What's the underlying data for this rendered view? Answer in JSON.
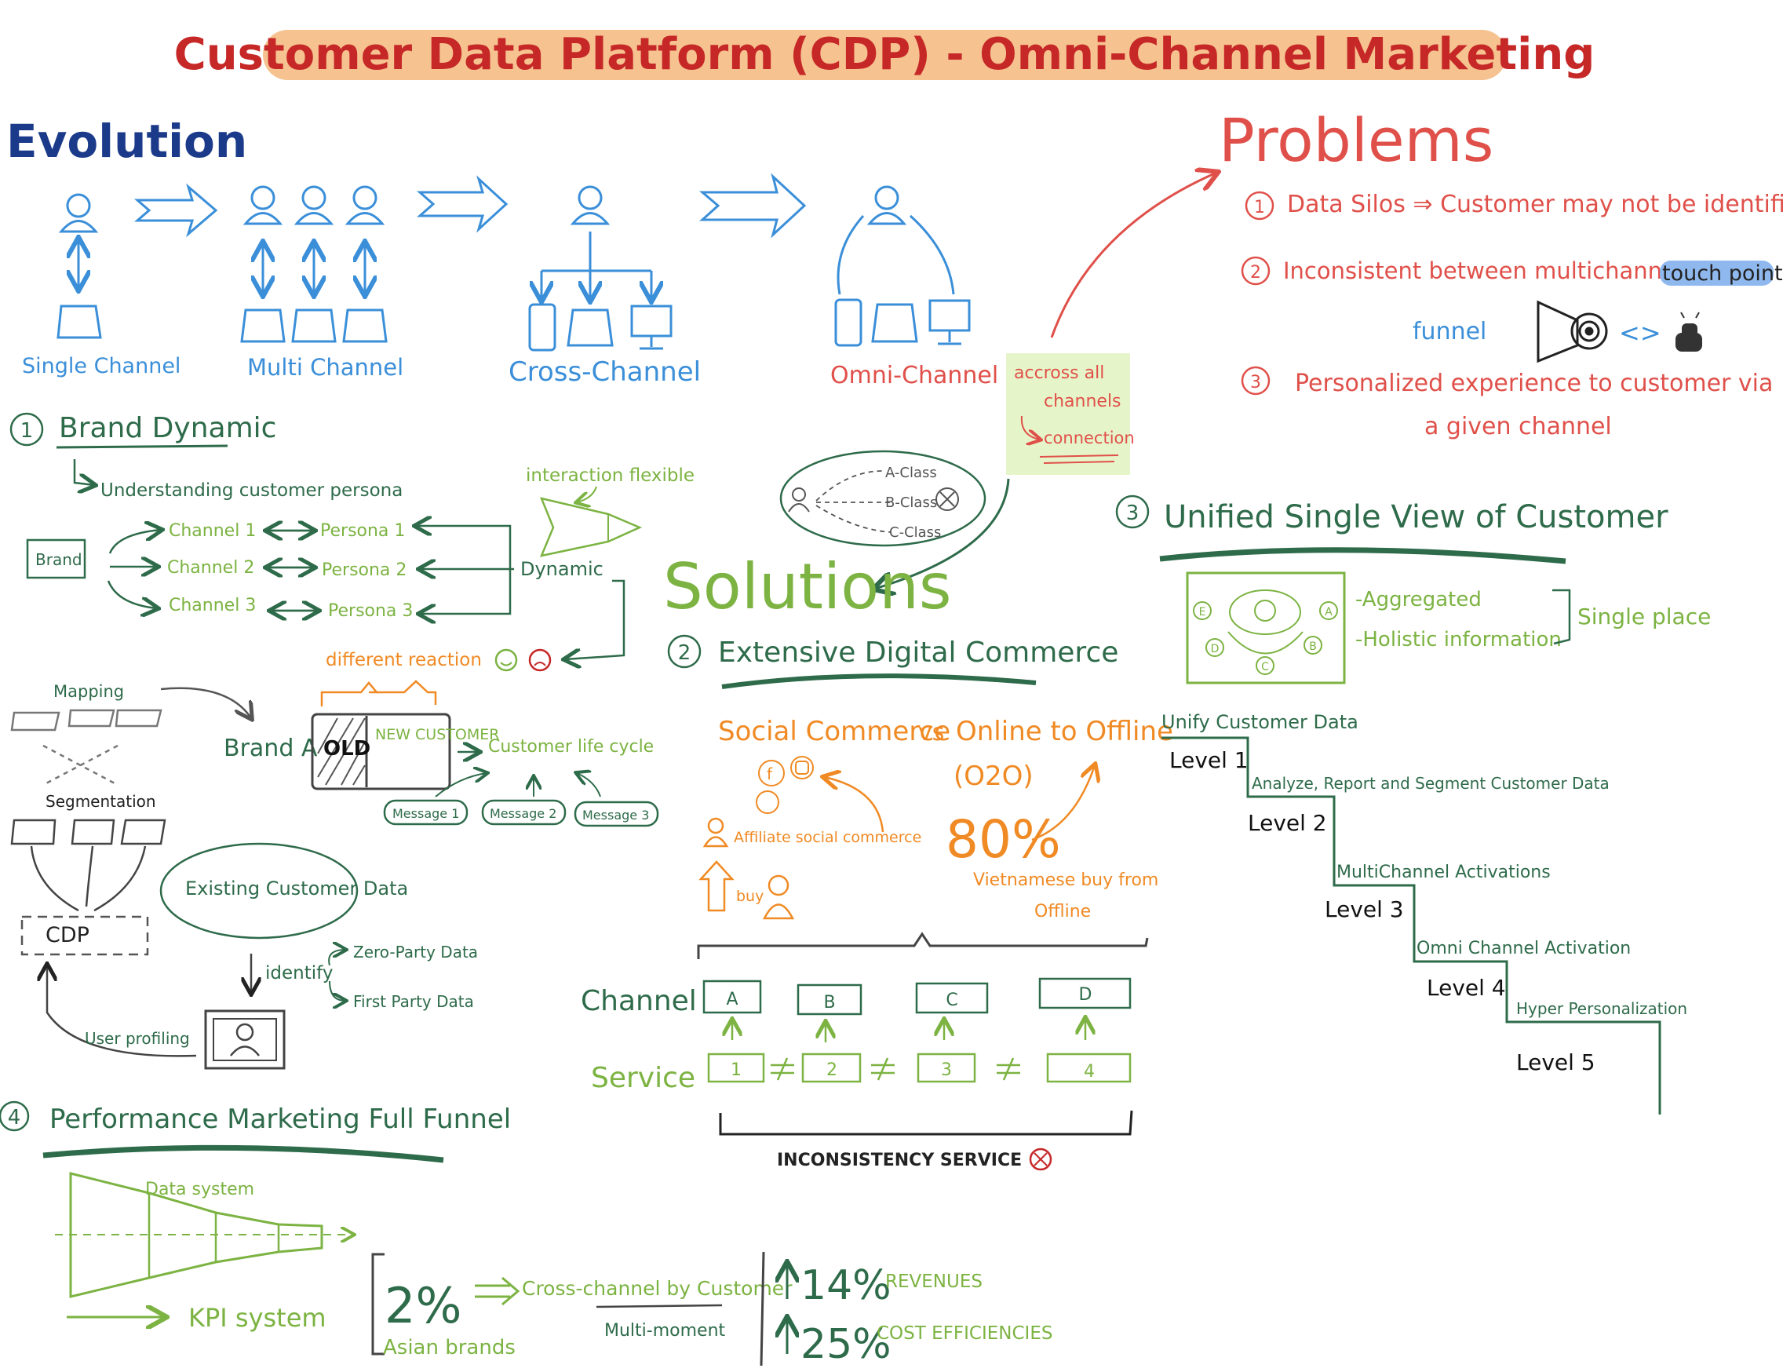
{
  "colors": {
    "title_red": "#c62828",
    "title_bg": "#f6c28f",
    "navy": "#1b3a8a",
    "blue": "#3b8fd9",
    "red": "#e0504a",
    "dark_green": "#2e6b4a",
    "light_green": "#7cb342",
    "orange": "#f08a24",
    "note_bg": "#e6f5c9",
    "black": "#222222",
    "gray": "#555555"
  },
  "title": "Customer Data Platform (CDP) - Omni-Channel Marketing",
  "evolution": {
    "heading": "Evolution",
    "stages": [
      "Single Channel",
      "Multi Channel",
      "Cross-Channel",
      "Omni-Channel"
    ]
  },
  "problems": {
    "heading": "Problems",
    "items": [
      {
        "num": "1",
        "text": "Data Silos ⇒ Customer may not be identified"
      },
      {
        "num": "2",
        "text": "Inconsistent between multichannel",
        "highlight": "touch point"
      },
      {
        "num": "3",
        "text": "Personalized experience to customer via",
        "text2": "a given channel"
      }
    ],
    "funnel_label": "funnel"
  },
  "note": {
    "line1": "accross all",
    "line2": "channels",
    "line3": "connection"
  },
  "class_bubble": [
    "A-Class",
    "B-Class",
    "C-Class"
  ],
  "solutions": {
    "heading": "Solutions"
  },
  "brand_dynamic": {
    "num": "1",
    "heading": "Brand Dynamic",
    "subtitle": "Understanding customer persona",
    "brand": "Brand",
    "channels": [
      "Channel 1",
      "Channel 2",
      "Channel 3"
    ],
    "personas": [
      "Persona 1",
      "Persona 2",
      "Persona 3"
    ],
    "dynamic": "Dynamic",
    "interaction": "interaction flexible",
    "reaction": "different reaction",
    "mapping": "Mapping",
    "segmentation": "Segmentation",
    "cdp": "CDP",
    "brand_a": "Brand A",
    "old": "OLD",
    "new_customer": "NEW CUSTOMER",
    "life_cycle": "Customer life cycle",
    "messages": [
      "Message 1",
      "Message 2",
      "Message 3"
    ],
    "existing": "Existing Customer Data",
    "identify": "identify",
    "zero_party": "Zero-Party Data",
    "first_party": "First Party Data",
    "user_profiling": "User profiling"
  },
  "digital_commerce": {
    "num": "2",
    "heading": "Extensive Digital Commerce",
    "social": "Social Commerce",
    "vs": "vs",
    "o2o": "Online to Offline",
    "o2o_abbr": "(O2O)",
    "affiliate": "Affiliate social commerce",
    "buy": "buy",
    "percent": "80%",
    "vietnamese": "Vietnamese buy from",
    "offline": "Offline",
    "channel_label": "Channel",
    "service_label": "Service",
    "channels": [
      "A",
      "B",
      "C",
      "D"
    ],
    "services": [
      "1",
      "2",
      "3",
      "4"
    ],
    "inconsistency": "INCONSISTENCY SERVICE"
  },
  "unified_view": {
    "num": "3",
    "heading": "Unified Single View of Customer",
    "aggregated": "-Aggregated",
    "holistic": "-Holistic information",
    "single_place": "Single place",
    "node_letters": [
      "A",
      "B",
      "C",
      "D",
      "E"
    ]
  },
  "levels": [
    {
      "level": "Level 1",
      "desc": "Unify Customer Data"
    },
    {
      "level": "Level 2",
      "desc": "Analyze, Report and Segment Customer Data"
    },
    {
      "level": "Level 3",
      "desc": "MultiChannel Activations"
    },
    {
      "level": "Level 4",
      "desc": "Omni Channel Activation"
    },
    {
      "level": "Level 5",
      "desc": "Hyper Personalization"
    }
  ],
  "performance": {
    "num": "4",
    "heading": "Performance Marketing Full Funnel",
    "data_system": "Data system",
    "kpi_system": "KPI system",
    "percent": "2%",
    "asian": "Asian brands",
    "cross_channel": "Cross-channel by Customer",
    "multi_moment": "Multi-moment",
    "revenue_pct": "14%",
    "revenues": "REVENUES",
    "cost_pct": "25%",
    "cost": "COST EFFICIENCIES"
  }
}
